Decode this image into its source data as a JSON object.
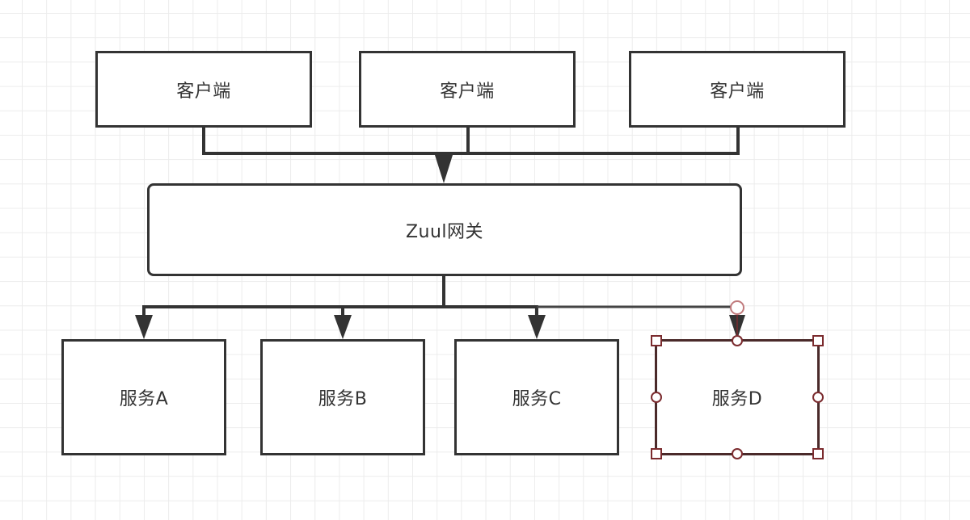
{
  "diagram": {
    "title": "Zuul gateway architecture",
    "clients": [
      {
        "label": "客户端"
      },
      {
        "label": "客户端"
      },
      {
        "label": "客户端"
      }
    ],
    "gateway": {
      "label": "Zuul网关"
    },
    "services": [
      {
        "label": "服务A"
      },
      {
        "label": "服务B"
      },
      {
        "label": "服务C"
      },
      {
        "label": "服务D",
        "selected": true
      }
    ],
    "edges": [
      {
        "from": "client-1",
        "to": "gateway"
      },
      {
        "from": "client-2",
        "to": "gateway"
      },
      {
        "from": "client-3",
        "to": "gateway"
      },
      {
        "from": "gateway",
        "to": "service-a"
      },
      {
        "from": "gateway",
        "to": "service-b"
      },
      {
        "from": "gateway",
        "to": "service-c"
      },
      {
        "from": "gateway",
        "to": "service-d"
      }
    ],
    "colors": {
      "stroke": "#333333",
      "grid": "#ececec",
      "selection": "#7b2b2e",
      "selection_endpoint": "#c07a7c",
      "background": "#ffffff"
    }
  }
}
